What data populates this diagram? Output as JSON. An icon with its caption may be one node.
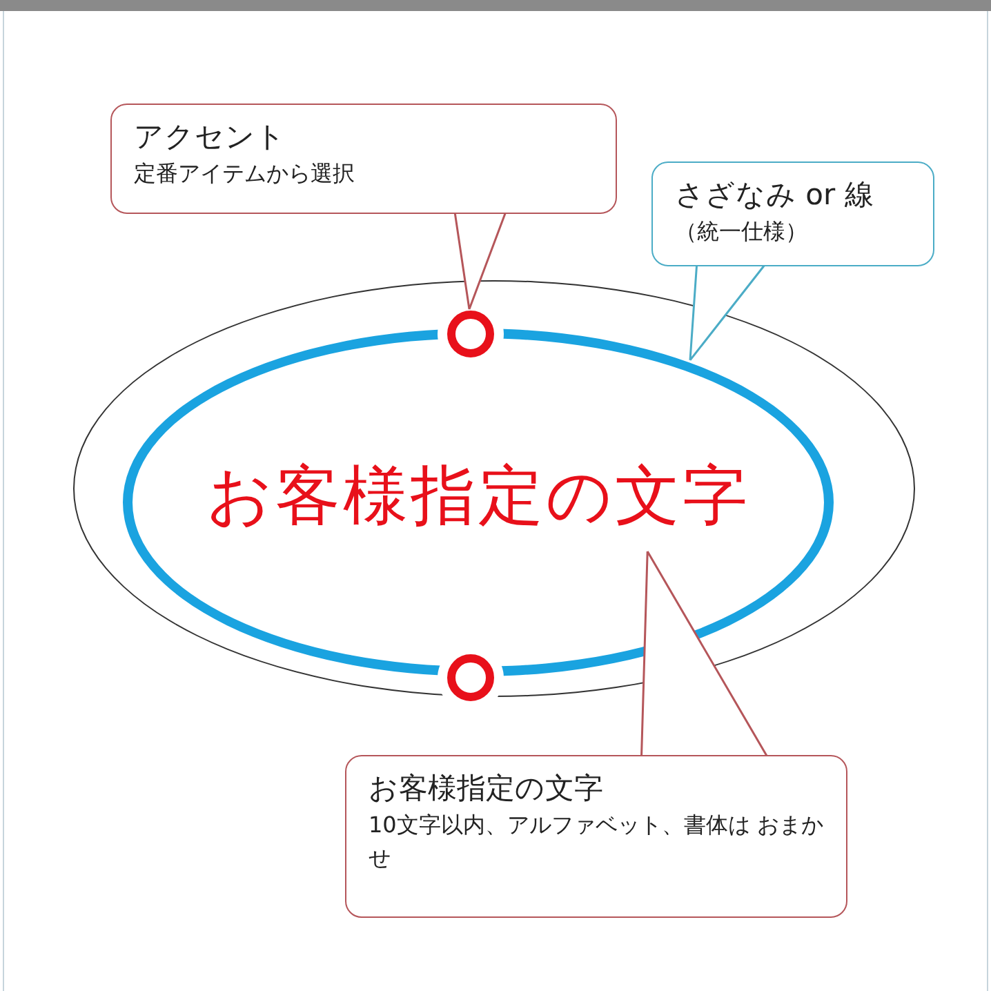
{
  "diagram": {
    "nodes": [
      {
        "text": [
          "アクセント",
          "定番アイテムから選択"
        ]
      },
      {
        "text": [
          "さざなみ or 線",
          "（統一仕様）"
        ]
      },
      {
        "text": [],
        "shape": "ellipse"
      },
      {
        "text": [
          "お客様指定の文字"
        ],
        "in": 2
      },
      {
        "text": [],
        "shape": "circle",
        "in": 2
      },
      {
        "text": [],
        "shape": "circle",
        "in": 2
      },
      {
        "text": [
          "お客様指定の文字",
          "10文字以内、アルファベット、書体は おまかせ"
        ]
      }
    ],
    "edges": [
      {
        "from": 0,
        "to": 4,
        "arrow": "none"
      },
      {
        "from": 1,
        "to": 3,
        "arrow": "none",
        "color": "#4bacc6"
      },
      {
        "from": 6,
        "to": 3,
        "arrow": "none"
      }
    ]
  }
}
